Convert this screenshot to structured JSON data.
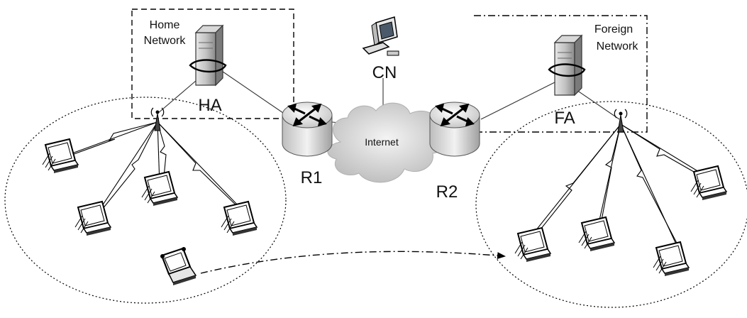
{
  "labels": {
    "home_network_line1": "Home",
    "home_network_line2": "Network",
    "foreign_network_line1": "Foreign",
    "foreign_network_line2": "Network",
    "ha": "HA",
    "fa": "FA",
    "cn": "CN",
    "internet": "Internet",
    "r1": "R1",
    "r2": "R2"
  }
}
